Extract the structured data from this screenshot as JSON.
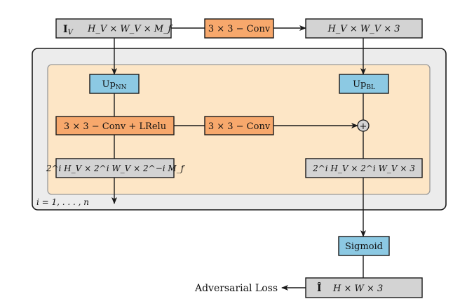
{
  "colors": {
    "gray_fill": "#d3d3d3",
    "orange_fill": "#f7a86c",
    "blue_fill": "#8cc9e3",
    "cream_fill": "#fde6c6",
    "panel_fill": "#ececec",
    "stroke": "#1a1a1a",
    "inner_stroke": "#9a9a9a"
  },
  "nodes": {
    "input": {
      "name": "I",
      "sub": "V",
      "dims": "H_V × W_V × M_f"
    },
    "conv_top": "3 × 3 − Conv",
    "rgb_top": "H_V × W_V × 3",
    "up_nn": {
      "base": "Up",
      "sub": "NN"
    },
    "up_bl": {
      "base": "Up",
      "sub": "BL"
    },
    "conv_lrelu": "3 × 3 − Conv + LRelu",
    "conv_mid": "3 × 3 − Conv",
    "add_symbol": "+",
    "feat_out": "2^i H_V × 2^i W_V × 2^−i M_f",
    "rgb_out": "2^i H_V × 2^i W_V × 3",
    "sigmoid": "Sigmoid",
    "output": {
      "name": "Î",
      "dims": "H × W × 3"
    },
    "adv_loss": "Adversarial Loss"
  },
  "loop_label": "i = 1, . . . , n"
}
